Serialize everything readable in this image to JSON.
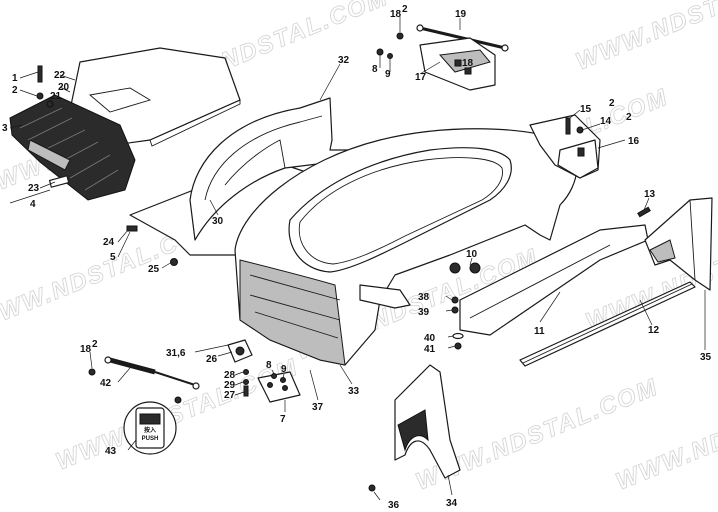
{
  "diagram": {
    "watermark": "WWW.NDSTAL.COM",
    "labels": [
      "1",
      "2",
      "22",
      "20",
      "21",
      "3",
      "23",
      "4",
      "24",
      "5",
      "25",
      "30",
      "32",
      "18",
      "2",
      "19",
      "8",
      "9",
      "18",
      "17",
      "15",
      "2",
      "14",
      "2",
      "16",
      "13",
      "10",
      "38",
      "39",
      "11",
      "12",
      "35",
      "40",
      "41",
      "33",
      "31,6",
      "26",
      "28",
      "29",
      "27",
      "8",
      "9",
      "7",
      "37",
      "18",
      "2",
      "42",
      "43",
      "34",
      "36"
    ],
    "sticker": {
      "text_cn": "按入",
      "text_en": "PUSH"
    }
  }
}
